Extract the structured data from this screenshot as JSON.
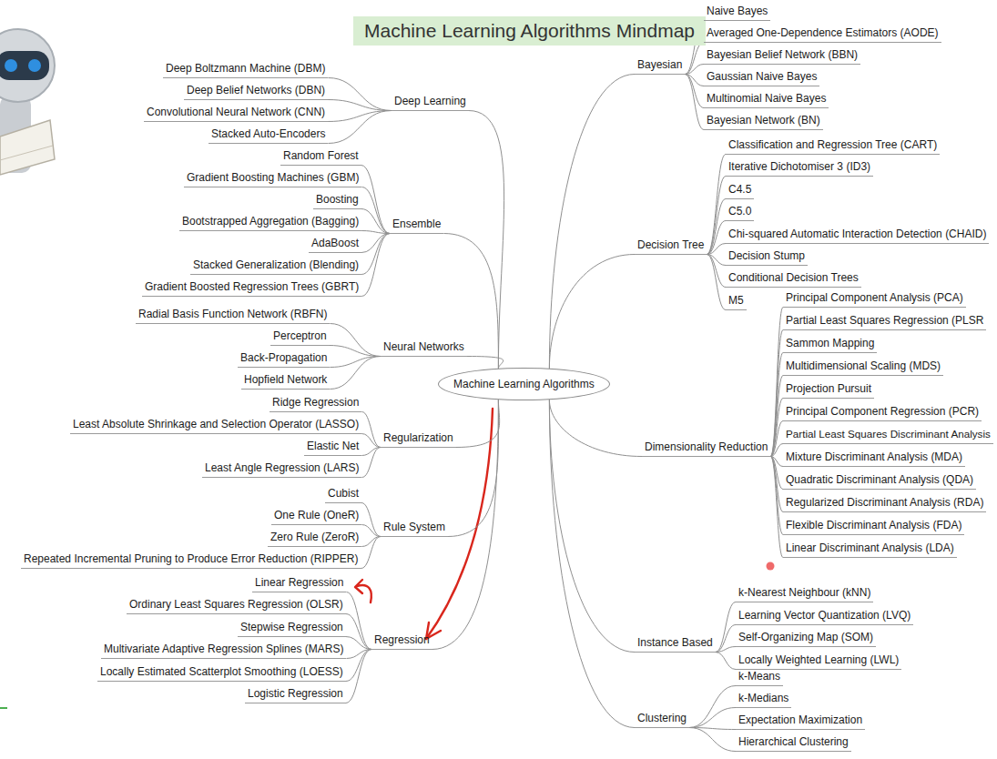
{
  "diagram": {
    "title": "Machine Learning Algorithms Mindmap",
    "nodes": [
      {
        "text": [
          "Machine Learning Algorithms"
        ]
      },
      {
        "text": [
          "Deep Learning"
        ]
      },
      {
        "text": [
          "Deep Boltzmann Machine (DBM)"
        ]
      },
      {
        "text": [
          "Deep Belief Networks (DBN)"
        ]
      },
      {
        "text": [
          "Convolutional Neural Network (CNN)"
        ]
      },
      {
        "text": [
          "Stacked Auto-Encoders"
        ]
      },
      {
        "text": [
          "Ensemble"
        ]
      },
      {
        "text": [
          "Random Forest"
        ]
      },
      {
        "text": [
          "Gradient Boosting Machines (GBM)"
        ]
      },
      {
        "text": [
          "Boosting"
        ]
      },
      {
        "text": [
          "Bootstrapped Aggregation (Bagging)"
        ]
      },
      {
        "text": [
          "AdaBoost"
        ]
      },
      {
        "text": [
          "Stacked Generalization (Blending)"
        ]
      },
      {
        "text": [
          "Gradient Boosted Regression Trees (GBRT)"
        ]
      },
      {
        "text": [
          "Neural Networks"
        ]
      },
      {
        "text": [
          "Radial Basis Function Network (RBFN)"
        ]
      },
      {
        "text": [
          "Perceptron"
        ]
      },
      {
        "text": [
          "Back-Propagation"
        ]
      },
      {
        "text": [
          "Hopfield Network"
        ]
      },
      {
        "text": [
          "Regularization"
        ]
      },
      {
        "text": [
          "Ridge Regression"
        ]
      },
      {
        "text": [
          "Least Absolute Shrinkage and Selection Operator (LASSO)"
        ]
      },
      {
        "text": [
          "Elastic Net"
        ]
      },
      {
        "text": [
          "Least Angle Regression (LARS)"
        ]
      },
      {
        "text": [
          "Rule System"
        ]
      },
      {
        "text": [
          "Cubist"
        ]
      },
      {
        "text": [
          "One Rule (OneR)"
        ]
      },
      {
        "text": [
          "Zero Rule (ZeroR)"
        ]
      },
      {
        "text": [
          "Repeated Incremental Pruning to Produce Error Reduction (RIPPER)"
        ]
      },
      {
        "text": [
          "Regression"
        ]
      },
      {
        "text": [
          "Linear Regression"
        ]
      },
      {
        "text": [
          "Ordinary Least Squares Regression (OLSR)"
        ]
      },
      {
        "text": [
          "Stepwise Regression"
        ]
      },
      {
        "text": [
          "Multivariate Adaptive Regression Splines (MARS)"
        ]
      },
      {
        "text": [
          "Locally Estimated Scatterplot Smoothing (LOESS)"
        ]
      },
      {
        "text": [
          "Logistic Regression"
        ]
      },
      {
        "text": [
          "Bayesian"
        ]
      },
      {
        "text": [
          "Naive Bayes"
        ]
      },
      {
        "text": [
          "Averaged One-Dependence Estimators (AODE)"
        ]
      },
      {
        "text": [
          "Bayesian Belief Network (BBN)"
        ]
      },
      {
        "text": [
          "Gaussian Naive Bayes"
        ]
      },
      {
        "text": [
          "Multinomial Naive Bayes"
        ]
      },
      {
        "text": [
          "Bayesian Network (BN)"
        ]
      },
      {
        "text": [
          "Decision Tree"
        ]
      },
      {
        "text": [
          "Classification and Regression Tree (CART)"
        ]
      },
      {
        "text": [
          "Iterative Dichotomiser 3 (ID3)"
        ]
      },
      {
        "text": [
          "C4.5"
        ]
      },
      {
        "text": [
          "C5.0"
        ]
      },
      {
        "text": [
          "Chi-squared Automatic Interaction Detection (CHAID)"
        ]
      },
      {
        "text": [
          "Decision Stump"
        ]
      },
      {
        "text": [
          "Conditional Decision Trees"
        ]
      },
      {
        "text": [
          "M5"
        ]
      },
      {
        "text": [
          "Dimensionality Reduction"
        ]
      },
      {
        "text": [
          "Principal Component Analysis (PCA)"
        ]
      },
      {
        "text": [
          "Partial Least Squares Regression (PLSR"
        ]
      },
      {
        "text": [
          "Sammon Mapping"
        ]
      },
      {
        "text": [
          "Multidimensional Scaling (MDS)"
        ]
      },
      {
        "text": [
          "Projection Pursuit"
        ]
      },
      {
        "text": [
          "Principal Component Regression (PCR)"
        ]
      },
      {
        "text": [
          "Partial Least Squares Discriminant Analysis"
        ]
      },
      {
        "text": [
          "Mixture Discriminant Analysis (MDA)"
        ]
      },
      {
        "text": [
          "Quadratic Discriminant Analysis (QDA)"
        ]
      },
      {
        "text": [
          "Regularized Discriminant Analysis (RDA)"
        ]
      },
      {
        "text": [
          "Flexible Discriminant Analysis (FDA)"
        ]
      },
      {
        "text": [
          "Linear Discriminant Analysis (LDA)"
        ]
      },
      {
        "text": [
          "Instance Based"
        ]
      },
      {
        "text": [
          "k-Nearest Neighbour (kNN)"
        ]
      },
      {
        "text": [
          "Learning Vector Quantization (LVQ)"
        ]
      },
      {
        "text": [
          "Self-Organizing Map (SOM)"
        ]
      },
      {
        "text": [
          "Locally Weighted Learning (LWL)"
        ]
      },
      {
        "text": [
          "Clustering"
        ]
      },
      {
        "text": [
          "k-Means"
        ]
      },
      {
        "text": [
          "k-Medians"
        ]
      },
      {
        "text": [
          "Expectation Maximization"
        ]
      },
      {
        "text": [
          "Hierarchical Clustering"
        ]
      }
    ],
    "edges": [
      {
        "from": 0,
        "to": 1,
        "arrow": "none"
      },
      {
        "from": 1,
        "to": 2,
        "arrow": "none"
      },
      {
        "from": 1,
        "to": 3,
        "arrow": "none"
      },
      {
        "from": 1,
        "to": 4,
        "arrow": "none"
      },
      {
        "from": 1,
        "to": 5,
        "arrow": "none"
      },
      {
        "from": 0,
        "to": 6,
        "arrow": "none"
      },
      {
        "from": 6,
        "to": 7,
        "arrow": "none"
      },
      {
        "from": 6,
        "to": 8,
        "arrow": "none"
      },
      {
        "from": 6,
        "to": 9,
        "arrow": "none"
      },
      {
        "from": 6,
        "to": 10,
        "arrow": "none"
      },
      {
        "from": 6,
        "to": 11,
        "arrow": "none"
      },
      {
        "from": 6,
        "to": 12,
        "arrow": "none"
      },
      {
        "from": 6,
        "to": 13,
        "arrow": "none"
      },
      {
        "from": 0,
        "to": 14,
        "arrow": "none"
      },
      {
        "from": 14,
        "to": 15,
        "arrow": "none"
      },
      {
        "from": 14,
        "to": 16,
        "arrow": "none"
      },
      {
        "from": 14,
        "to": 17,
        "arrow": "none"
      },
      {
        "from": 14,
        "to": 18,
        "arrow": "none"
      },
      {
        "from": 0,
        "to": 19,
        "arrow": "none"
      },
      {
        "from": 19,
        "to": 20,
        "arrow": "none"
      },
      {
        "from": 19,
        "to": 21,
        "arrow": "none"
      },
      {
        "from": 19,
        "to": 22,
        "arrow": "none"
      },
      {
        "from": 19,
        "to": 23,
        "arrow": "none"
      },
      {
        "from": 0,
        "to": 24,
        "arrow": "none"
      },
      {
        "from": 24,
        "to": 25,
        "arrow": "none"
      },
      {
        "from": 24,
        "to": 26,
        "arrow": "none"
      },
      {
        "from": 24,
        "to": 27,
        "arrow": "none"
      },
      {
        "from": 24,
        "to": 28,
        "arrow": "none"
      },
      {
        "from": 0,
        "to": 29,
        "arrow": "none"
      },
      {
        "from": 29,
        "to": 30,
        "arrow": "none"
      },
      {
        "from": 29,
        "to": 31,
        "arrow": "none"
      },
      {
        "from": 29,
        "to": 32,
        "arrow": "none"
      },
      {
        "from": 29,
        "to": 33,
        "arrow": "none"
      },
      {
        "from": 29,
        "to": 34,
        "arrow": "none"
      },
      {
        "from": 29,
        "to": 35,
        "arrow": "none"
      },
      {
        "from": 0,
        "to": 36,
        "arrow": "none"
      },
      {
        "from": 36,
        "to": 37,
        "arrow": "none"
      },
      {
        "from": 36,
        "to": 38,
        "arrow": "none"
      },
      {
        "from": 36,
        "to": 39,
        "arrow": "none"
      },
      {
        "from": 36,
        "to": 40,
        "arrow": "none"
      },
      {
        "from": 36,
        "to": 41,
        "arrow": "none"
      },
      {
        "from": 36,
        "to": 42,
        "arrow": "none"
      },
      {
        "from": 0,
        "to": 43,
        "arrow": "none"
      },
      {
        "from": 43,
        "to": 44,
        "arrow": "none"
      },
      {
        "from": 43,
        "to": 45,
        "arrow": "none"
      },
      {
        "from": 43,
        "to": 46,
        "arrow": "none"
      },
      {
        "from": 43,
        "to": 47,
        "arrow": "none"
      },
      {
        "from": 43,
        "to": 48,
        "arrow": "none"
      },
      {
        "from": 43,
        "to": 49,
        "arrow": "none"
      },
      {
        "from": 43,
        "to": 50,
        "arrow": "none"
      },
      {
        "from": 43,
        "to": 51,
        "arrow": "none"
      },
      {
        "from": 0,
        "to": 52,
        "arrow": "none"
      },
      {
        "from": 52,
        "to": 53,
        "arrow": "none"
      },
      {
        "from": 52,
        "to": 54,
        "arrow": "none"
      },
      {
        "from": 52,
        "to": 55,
        "arrow": "none"
      },
      {
        "from": 52,
        "to": 56,
        "arrow": "none"
      },
      {
        "from": 52,
        "to": 57,
        "arrow": "none"
      },
      {
        "from": 52,
        "to": 58,
        "arrow": "none"
      },
      {
        "from": 52,
        "to": 59,
        "arrow": "none"
      },
      {
        "from": 52,
        "to": 60,
        "arrow": "none"
      },
      {
        "from": 52,
        "to": 61,
        "arrow": "none"
      },
      {
        "from": 52,
        "to": 62,
        "arrow": "none"
      },
      {
        "from": 52,
        "to": 63,
        "arrow": "none"
      },
      {
        "from": 52,
        "to": 64,
        "arrow": "none"
      },
      {
        "from": 0,
        "to": 65,
        "arrow": "none"
      },
      {
        "from": 65,
        "to": 66,
        "arrow": "none"
      },
      {
        "from": 65,
        "to": 67,
        "arrow": "none"
      },
      {
        "from": 65,
        "to": 68,
        "arrow": "none"
      },
      {
        "from": 65,
        "to": 69,
        "arrow": "none"
      },
      {
        "from": 0,
        "to": 70,
        "arrow": "none"
      },
      {
        "from": 70,
        "to": 71,
        "arrow": "none"
      },
      {
        "from": 70,
        "to": 72,
        "arrow": "none"
      },
      {
        "from": 70,
        "to": 73,
        "arrow": "none"
      },
      {
        "from": 70,
        "to": 74,
        "arrow": "none"
      }
    ]
  }
}
